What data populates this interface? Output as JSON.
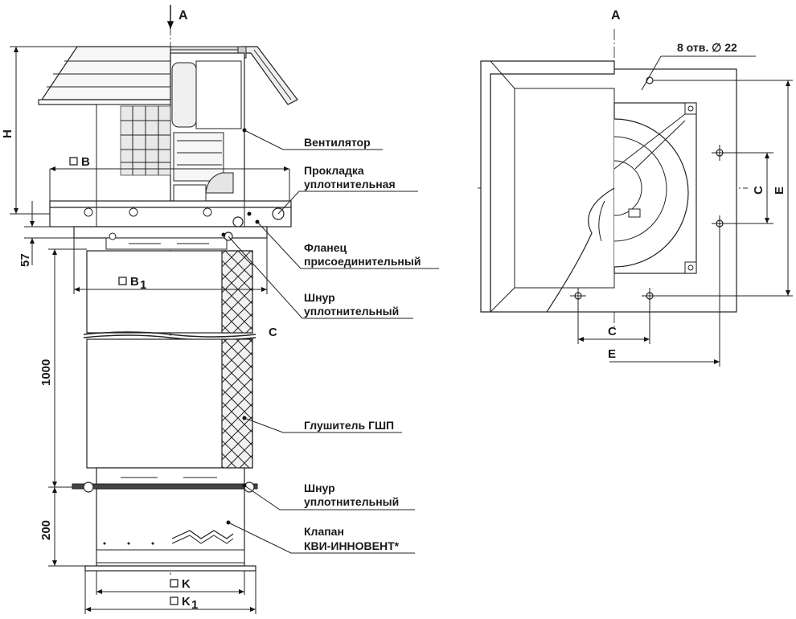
{
  "view_arrow_left": "A",
  "view_title_right": "A",
  "callouts": {
    "fan": "Вентилятор",
    "gasket_1": "Прокладка",
    "gasket_2": "уплотнительная",
    "flange_1": "Фланец",
    "flange_2": "присоединительный",
    "cord_top_1": "Шнур",
    "cord_top_2": "уплотнительный",
    "silencer": "Глушитель ГШП",
    "cord_bottom_1": "Шнур",
    "cord_bottom_2": "уплотнительный",
    "valve_1": "Клапан",
    "valve_2": "КВИ-ИННОВЕНТ*"
  },
  "dimensions": {
    "height_H": "H",
    "gap_57": "57",
    "silencer_len": "1000",
    "valve_len": "200",
    "size_B": "B",
    "size_B1": "B",
    "size_B1_sub": "1",
    "size_K": "K",
    "size_K1": "K",
    "size_K1_sub": "1",
    "section_C": "C",
    "holes": "8 отв. ∅ 22",
    "plan_C_vertical": "C",
    "plan_E_vertical": "E",
    "plan_C_horizontal": "C",
    "plan_E_horizontal": "E"
  }
}
